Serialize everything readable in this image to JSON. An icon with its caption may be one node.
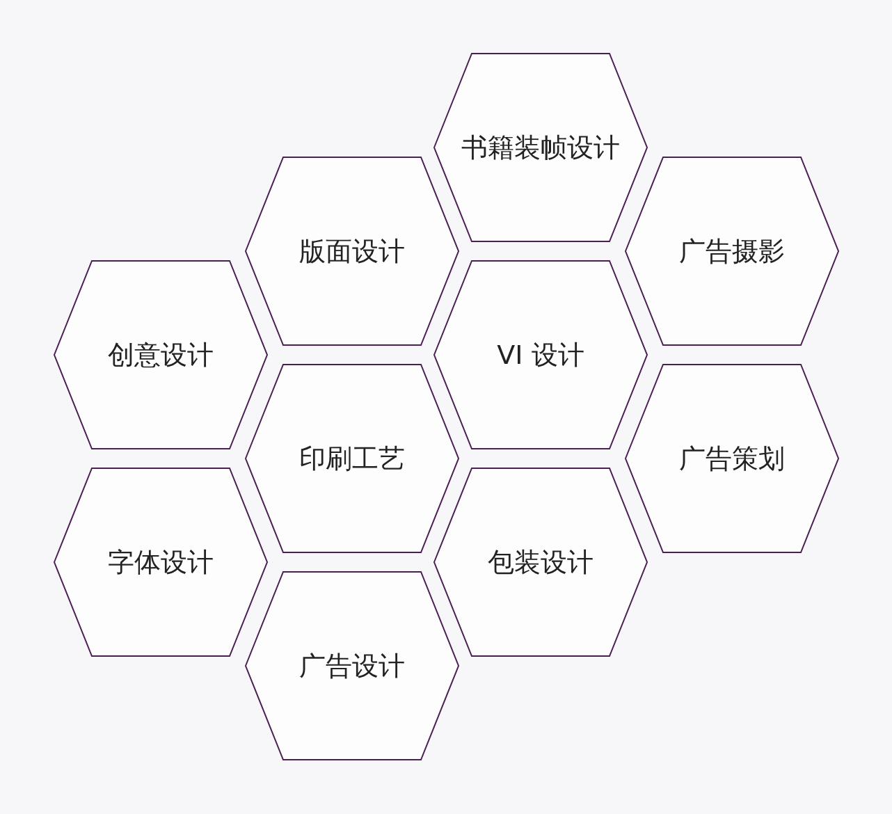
{
  "diagram": {
    "nodes": [
      {
        "text": [
          "书籍装帧设计"
        ]
      },
      {
        "text": [
          "版面设计"
        ]
      },
      {
        "text": [
          "广告摄影"
        ]
      },
      {
        "text": [
          "创意设计"
        ]
      },
      {
        "text": [
          "VI 设计"
        ]
      },
      {
        "text": [
          "印刷工艺"
        ]
      },
      {
        "text": [
          "广告策划"
        ]
      },
      {
        "text": [
          "字体设计"
        ]
      },
      {
        "text": [
          "包装设计"
        ]
      },
      {
        "text": [
          "广告设计"
        ]
      }
    ]
  }
}
